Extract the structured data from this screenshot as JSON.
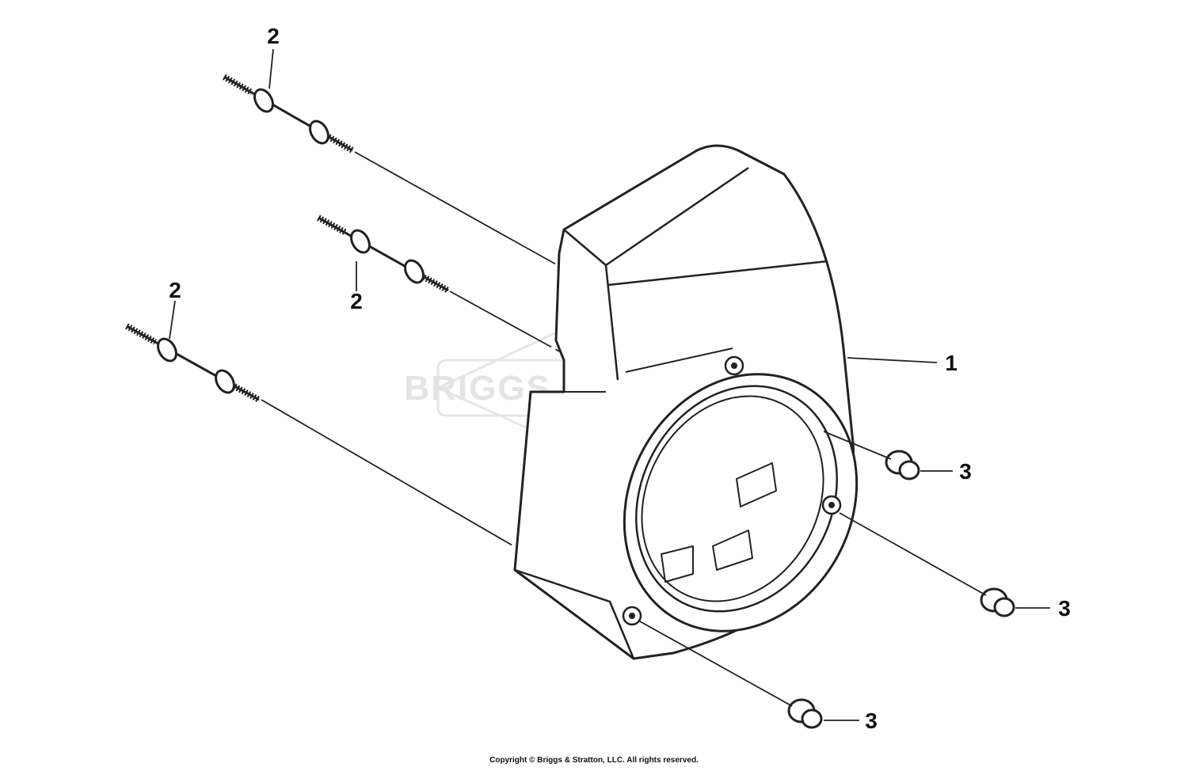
{
  "watermark": {
    "text": "BRIGGS & STRATTON"
  },
  "callouts": {
    "c1": "1",
    "c2a": "2",
    "c2b": "2",
    "c2c": "2",
    "c3a": "3",
    "c3b": "3",
    "c3c": "3"
  },
  "footer": {
    "copyright": "Copyright © Briggs & Stratton, LLC. All rights reserved."
  }
}
